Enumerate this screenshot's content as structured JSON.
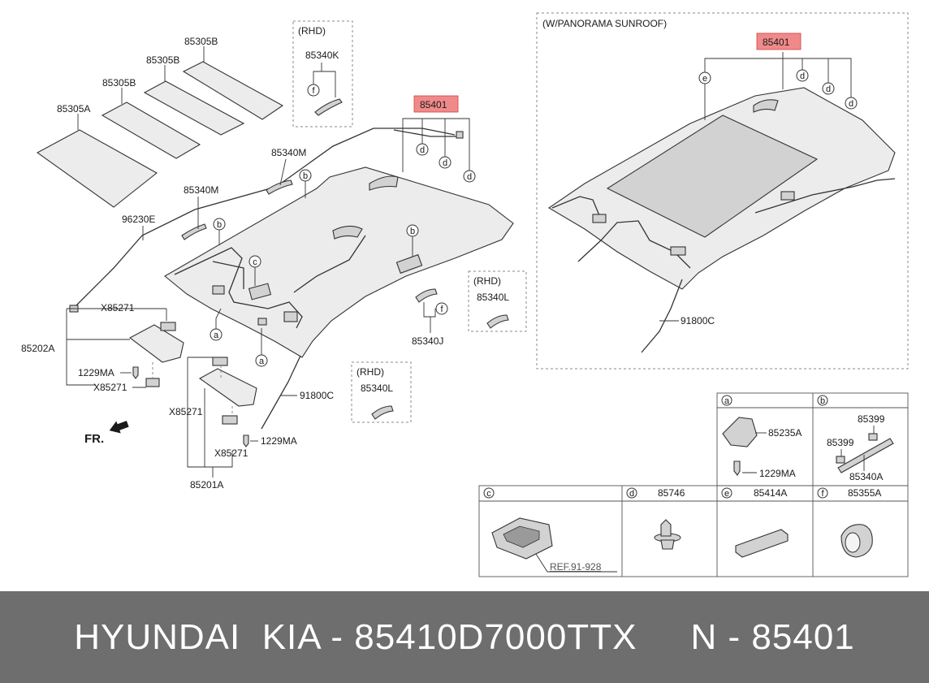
{
  "labels": {
    "rhd": "(RHD)",
    "panorama": "(W/PANORAMA SUNROOF)",
    "fr": "FR.",
    "p85305b_1": "85305B",
    "p85305b_2": "85305B",
    "p85305b_3": "85305B",
    "p85305a": "85305A",
    "p85340k": "85340K",
    "p85401_main": "85401",
    "p85401_pano": "85401",
    "p85340m_1": "85340M",
    "p85340m_2": "85340M",
    "p96230e": "96230E",
    "px85271_1": "X85271",
    "px85271_2": "X85271",
    "px85271_3": "X85271",
    "px85271_4": "X85271",
    "p85202a": "85202A",
    "p1229ma_1": "1229MA",
    "p1229ma_2": "1229MA",
    "p1229ma_3": "1229MA",
    "p85201a": "85201A",
    "p91800c_1": "91800C",
    "p91800c_2": "91800C",
    "p85340j": "85340J",
    "p85340l_1": "85340L",
    "p85340l_2": "85340L",
    "p85235a": "85235A",
    "p85399_1": "85399",
    "p85399_2": "85399",
    "p85340a": "85340A",
    "p85746": "85746",
    "p85414a": "85414A",
    "p85355a": "85355A",
    "ref": "REF.91-928"
  },
  "callouts": {
    "a": "a",
    "b": "b",
    "c": "c",
    "d": "d",
    "e": "e",
    "f": "f"
  },
  "footer": {
    "text": "HYUNDAI  KIA - 85410D7000TTX     N - 85401"
  },
  "colors": {
    "highlight": "#f08a8a",
    "footer_bg": "#6e6e6e",
    "footer_text": "#ffffff"
  }
}
